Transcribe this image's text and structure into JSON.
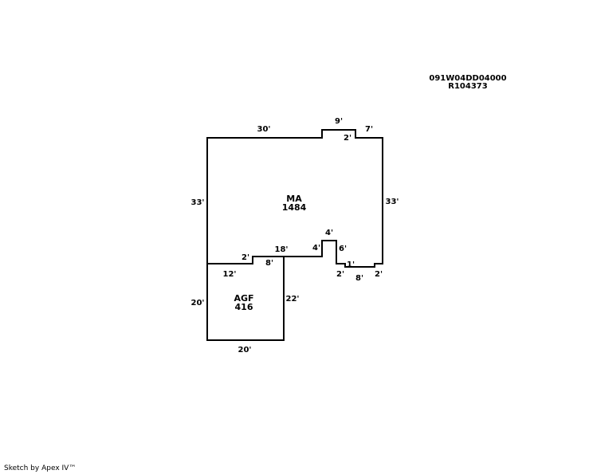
{
  "parcel": {
    "id": "091W04DD04000",
    "account": "R104373"
  },
  "areas": {
    "ma": {
      "code": "MA",
      "sqft": "1484"
    },
    "agf": {
      "code": "AGF",
      "sqft": "416"
    }
  },
  "dimensions": {
    "ma_top": "30'",
    "ma_bump_top": "9'",
    "ma_bump_side": "2'",
    "ma_top_right": "7'",
    "ma_left": "33'",
    "ma_right": "33'",
    "ma_notch_top": "4'",
    "ma_notch_left": "4'",
    "ma_notch_right": "6'",
    "ma_step": "18'",
    "ma_step_small": "2'",
    "ma_step_8": "8'",
    "ma_small_1": "1'",
    "ma_bottom_2a": "2'",
    "ma_bottom_8": "8'",
    "ma_bottom_2b": "2'",
    "agf_top": "12'",
    "agf_left": "20'",
    "agf_right": "22'",
    "agf_bottom": "20'"
  },
  "footer": {
    "credit": "Sketch by Apex IV™"
  }
}
